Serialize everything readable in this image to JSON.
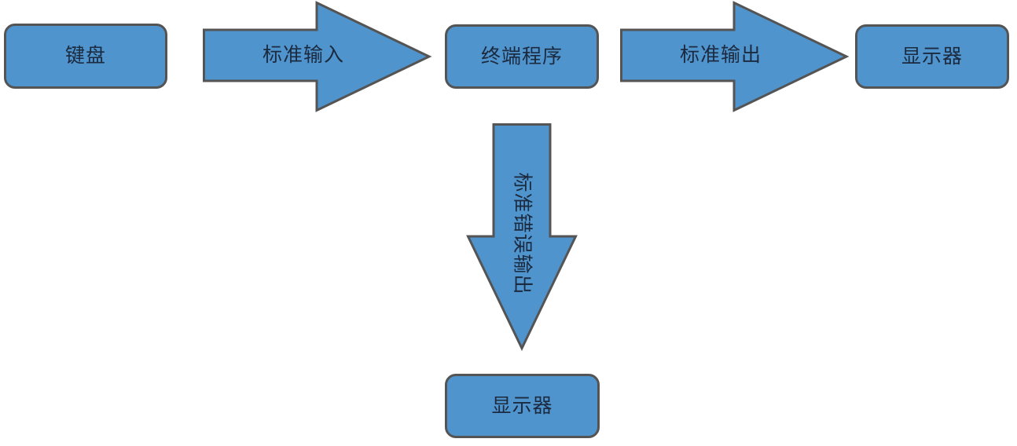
{
  "diagram": {
    "title": "terminal-io-flow",
    "colors": {
      "shape_fill": "#5094CE",
      "shape_border": "#545454",
      "text": "#1B2A3E",
      "background": "#FFFFFF"
    },
    "nodes": [
      {
        "id": "keyboard",
        "label": "键盘"
      },
      {
        "id": "terminal-program",
        "label": "终端程序"
      },
      {
        "id": "display-right",
        "label": "显示器"
      },
      {
        "id": "display-bottom",
        "label": "显示器"
      }
    ],
    "arrows": [
      {
        "id": "stdin",
        "label": "标准输入",
        "direction": "right"
      },
      {
        "id": "stdout",
        "label": "标准输出",
        "direction": "right"
      },
      {
        "id": "stderr",
        "label": "标准错误输出",
        "direction": "down"
      }
    ]
  }
}
